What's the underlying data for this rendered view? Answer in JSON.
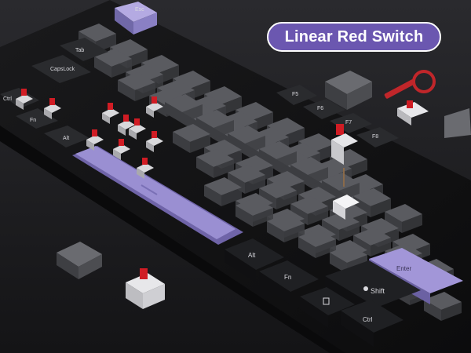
{
  "badge": {
    "label": "Linear Red Switch"
  },
  "legends": {
    "tab": "Tab",
    "capslock": "CapsLock",
    "ctrl_left": "Ctrl",
    "fn_left": "Fn",
    "alt_left": "Alt",
    "esc": "Esc",
    "f5": "F5",
    "f6": "F6",
    "f7": "F7",
    "f8": "F8",
    "alt_right": "Alt",
    "fn_right": "Fn",
    "enter": "Enter",
    "shift": "Shift",
    "ctrl_right": "Ctrl"
  },
  "colors": {
    "background": "#1c1c1f",
    "grey_key": "#5a5b60",
    "black_key": "#1e1f22",
    "purple_key": "#8f83c9",
    "switch_red": "#d01c24",
    "badge": "#6b57b0"
  }
}
